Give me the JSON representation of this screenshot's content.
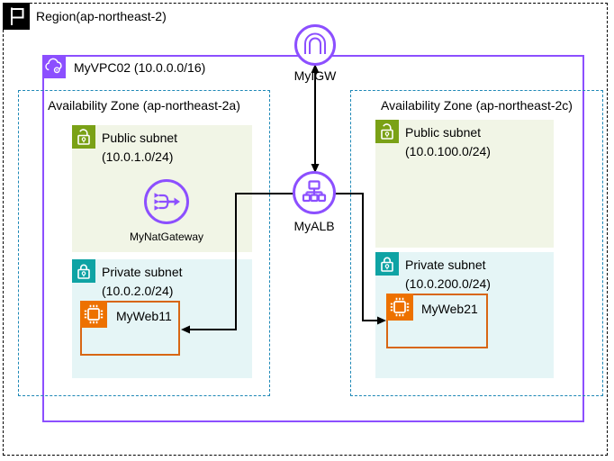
{
  "region": {
    "label": "Region(ap-northeast-2)"
  },
  "vpc": {
    "label": "MyVPC02 (10.0.0.0/16)"
  },
  "internet_gateway": {
    "label": "MyIGW"
  },
  "load_balancer": {
    "label": "MyALB"
  },
  "nat_gateway": {
    "label": "MyNatGateway"
  },
  "availability_zones": [
    {
      "label": "Availability Zone (ap-northeast-2a)",
      "public_subnet": {
        "title": "Public subnet",
        "cidr": "(10.0.1.0/24)"
      },
      "private_subnet": {
        "title": "Private subnet",
        "cidr": "(10.0.2.0/24)"
      },
      "instance": {
        "label": "MyWeb11"
      }
    },
    {
      "label": "Availability Zone (ap-northeast-2c)",
      "public_subnet": {
        "title": "Public subnet",
        "cidr": "(10.0.100.0/24)"
      },
      "private_subnet": {
        "title": "Private subnet",
        "cidr": "(10.0.200.0/24)"
      },
      "instance": {
        "label": "MyWeb21"
      }
    }
  ],
  "icons": {
    "region": "flag-icon",
    "vpc": "cloud-icon",
    "internet_gateway": "gateway-arch-icon",
    "load_balancer": "load-balancer-tree-icon",
    "nat_gateway": "nat-arrows-icon",
    "public_subnet": "open-lock-icon",
    "private_subnet": "closed-lock-icon",
    "instance": "ec2-chip-icon"
  },
  "colors": {
    "aws_purple": "#8C4FFF",
    "region_black": "#000000",
    "az_border_blue": "#1E88B6",
    "public_subnet_green": "#7AA116",
    "public_subnet_fill": "#F1F5E6",
    "private_subnet_teal": "#0FA3A4",
    "private_subnet_fill": "#E5F5F6",
    "ec2_orange": "#ED7100",
    "instance_border_orange": "#D86613",
    "connector_black": "#000000"
  }
}
